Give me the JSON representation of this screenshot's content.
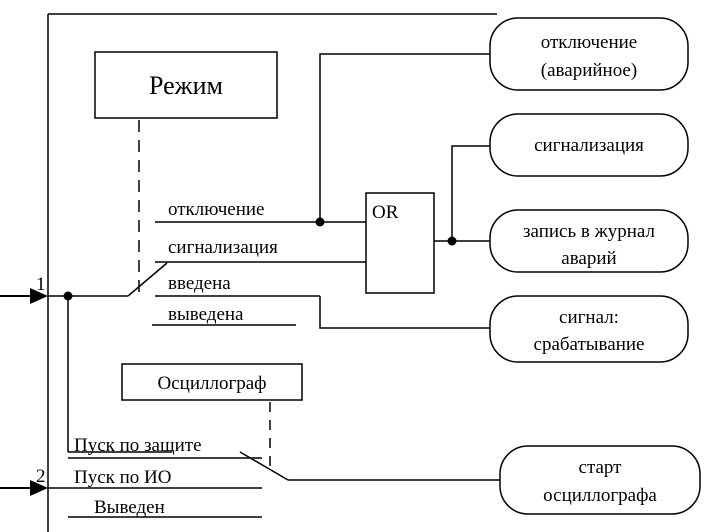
{
  "mode_block": {
    "title": "Режим"
  },
  "mode_options": {
    "trip": "отключение",
    "alarm": "сигнализация",
    "enabled": "введена",
    "disabled": "выведена"
  },
  "logic": {
    "or_gate": "OR"
  },
  "outputs": {
    "trip_emergency_line1": "отключение",
    "trip_emergency_line2": "(аварийное)",
    "alarm": "сигнализация",
    "log_line1": "запись в журнал",
    "log_line2": "аварий",
    "operate_line1": "сигнал:",
    "operate_line2": "срабатывание",
    "osc_start_line1": "старт",
    "osc_start_line2": "осциллографа"
  },
  "osc_block": {
    "title": "Осциллограф"
  },
  "osc_options": {
    "start_protection": "Пуск по защите",
    "start_io": "Пуск по ИО",
    "disabled": "Выведен"
  },
  "inputs": {
    "input1": "1",
    "input2": "2"
  }
}
